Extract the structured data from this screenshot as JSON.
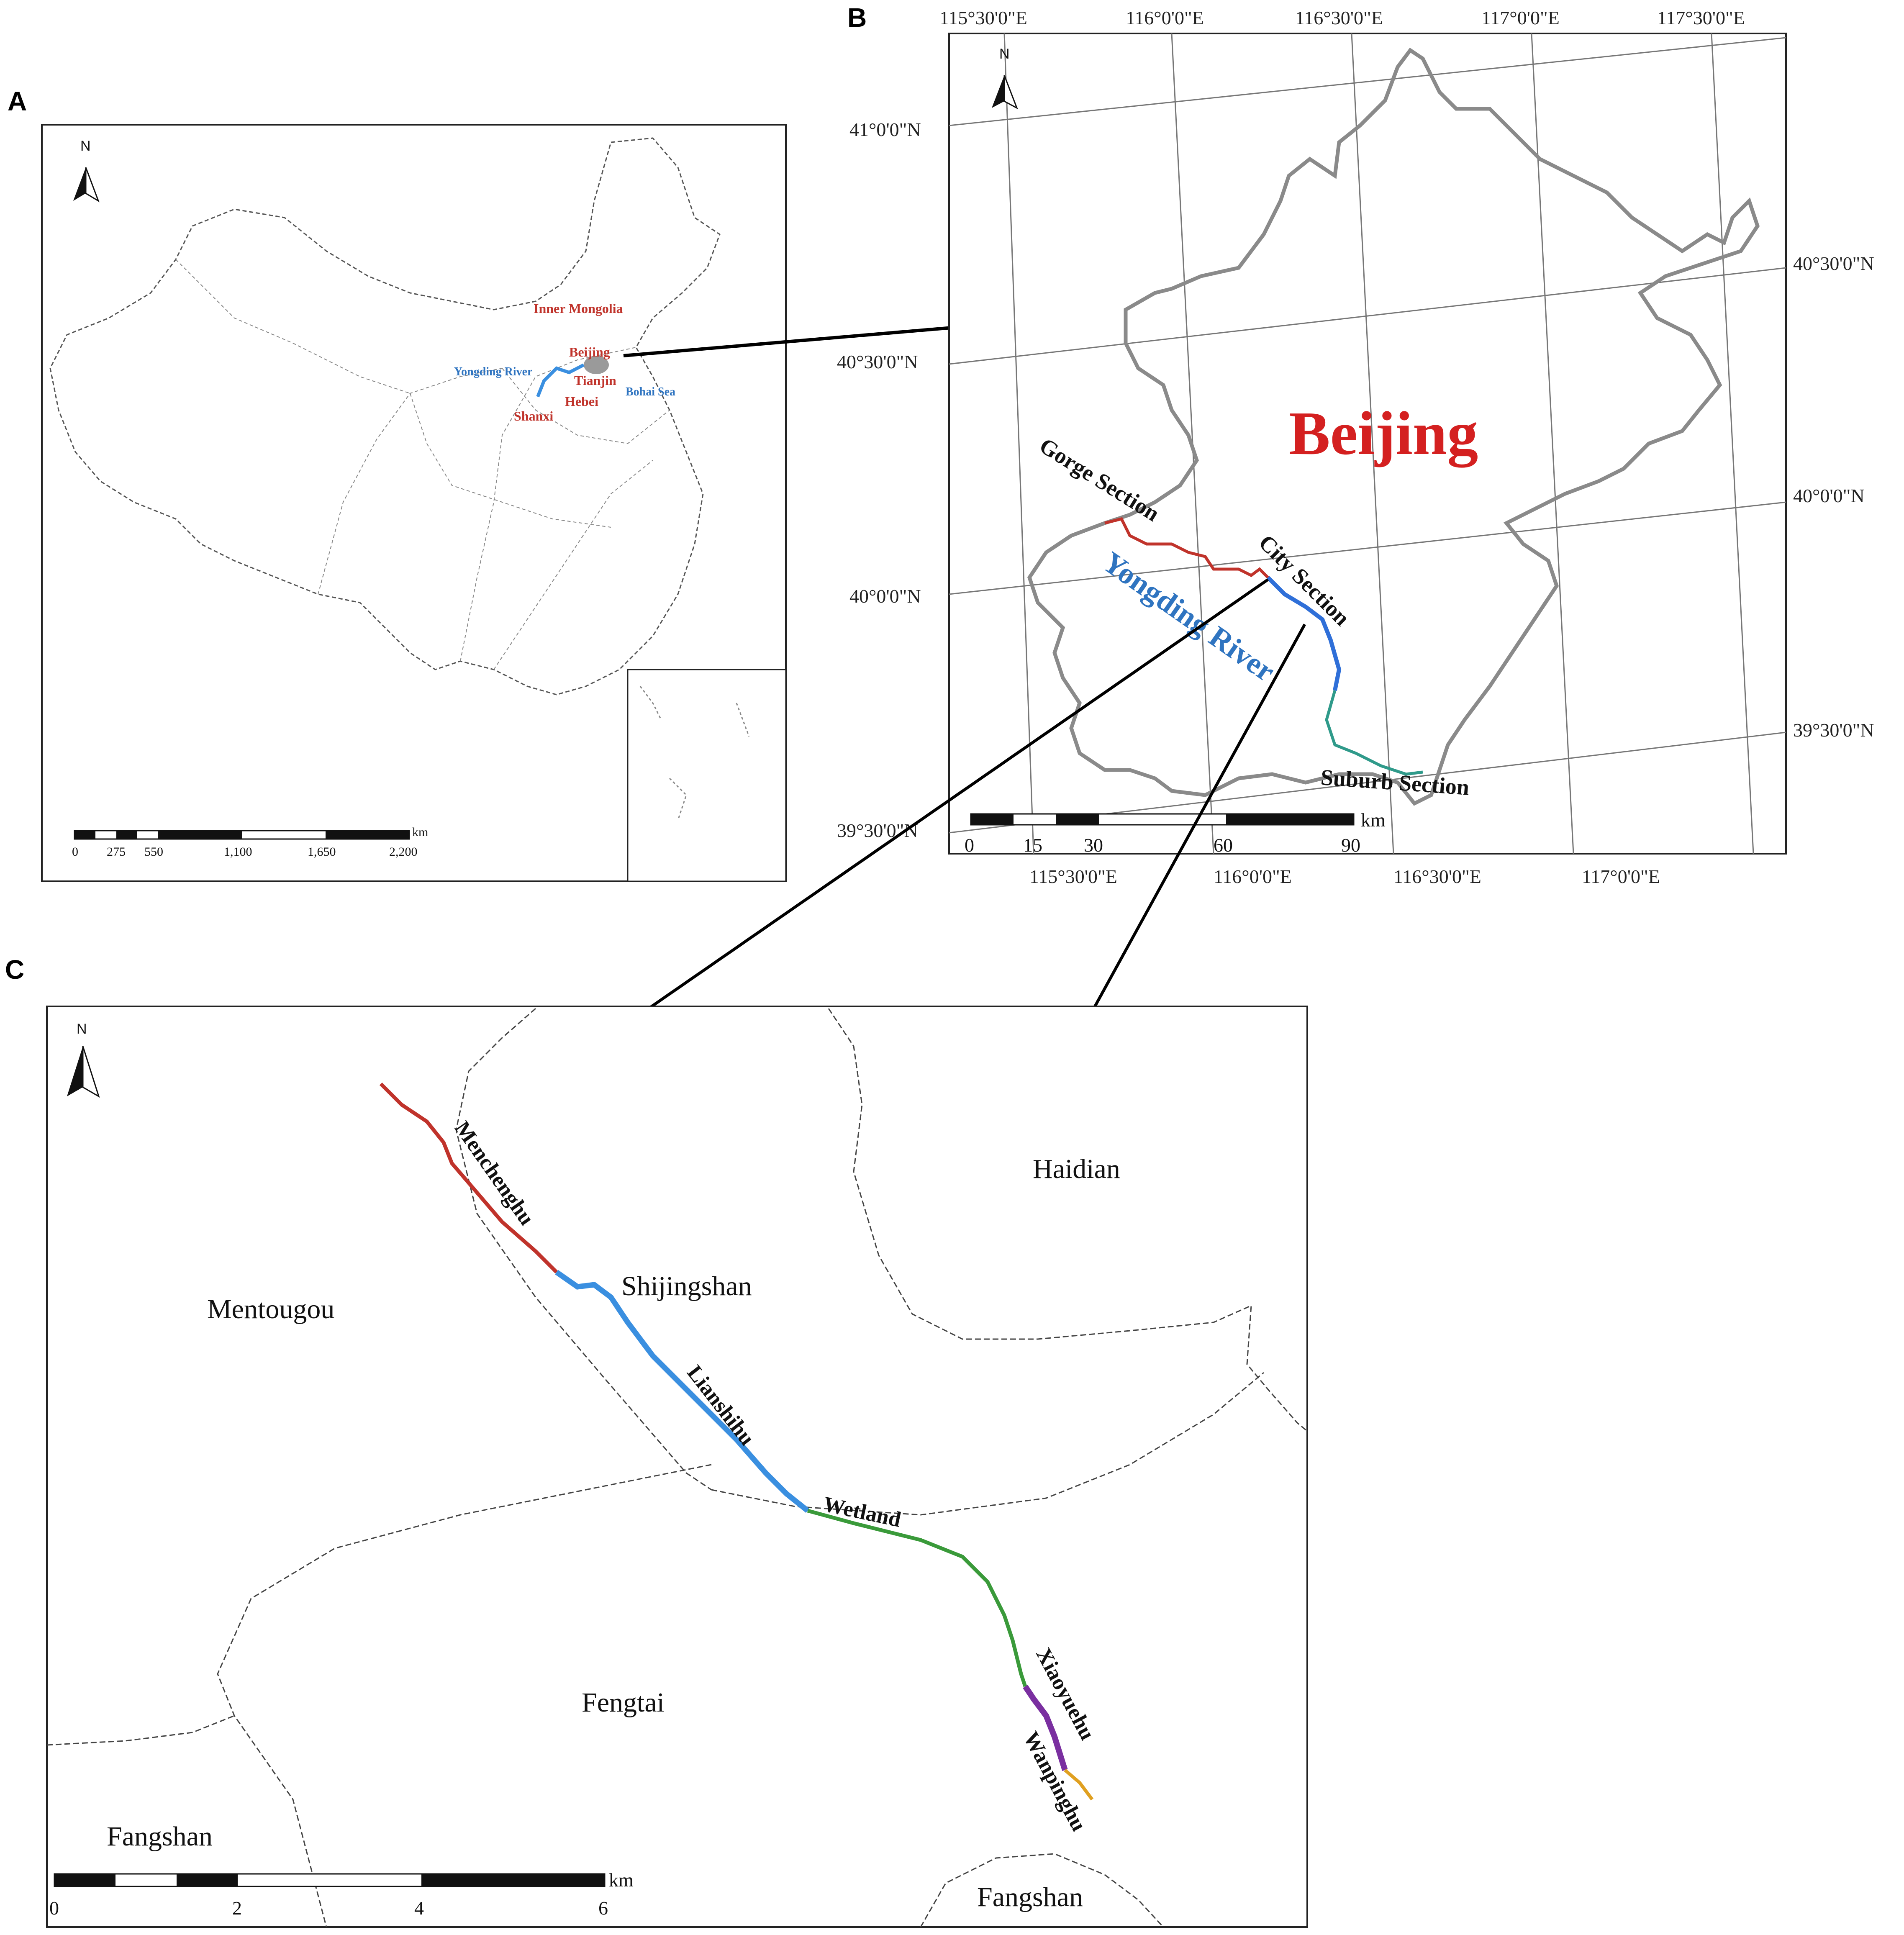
{
  "panels": {
    "a": {
      "letter": "A",
      "north": "N",
      "labels": {
        "inner_mongolia": "Inner Mongolia",
        "beijing": "Beijing",
        "tianjin": "Tianjin",
        "hebei": "Hebei",
        "shanxi": "Shanxi",
        "yongding_river": "Yongding River",
        "bohai_sea": "Bohai Sea"
      },
      "scalebar": {
        "ticks": [
          "0",
          "275",
          "550",
          "1,100",
          "1,650",
          "2,200"
        ],
        "unit": "km"
      }
    },
    "b": {
      "letter": "B",
      "north": "N",
      "title": "Beijing",
      "river": "Yongding River",
      "sections": {
        "gorge": "Gorge Section",
        "city": "City Section",
        "suburb": "Suburb Section"
      },
      "lon_top": [
        "115°30'0\"E",
        "116°0'0\"E",
        "116°30'0\"E",
        "117°0'0\"E",
        "117°30'0\"E"
      ],
      "lon_bottom": [
        "115°30'0\"E",
        "116°0'0\"E",
        "116°30'0\"E",
        "117°0'0\"E"
      ],
      "lat_left": [
        "41°0'0\"N",
        "40°30'0\"N",
        "40°0'0\"N",
        "39°30'0\"N"
      ],
      "lat_right": [
        "40°30'0\"N",
        "40°0'0\"N",
        "39°30'0\"N"
      ],
      "scalebar": {
        "ticks": [
          "0",
          "15",
          "30",
          "60",
          "90"
        ],
        "unit": "km"
      }
    },
    "c": {
      "letter": "C",
      "north": "N",
      "districts": {
        "haidian": "Haidian",
        "mentougou": "Mentougou",
        "shijingshan": "Shijingshan",
        "fengtai": "Fengtai",
        "fangshan_w": "Fangshan",
        "fangshan_s": "Fangshan"
      },
      "reaches": {
        "menchenghu": "Menchenghu",
        "lianshihu": "Lianshihu",
        "wetland": "Wetland",
        "xiaoyuehu": "Xiaoyuehu",
        "wanpinghu": "Wanpinghu"
      },
      "scalebar": {
        "ticks": [
          "0",
          "2",
          "4",
          "6"
        ],
        "unit": "km"
      }
    }
  },
  "colors": {
    "gorge": "#c0332b",
    "city": "#3a8fe0",
    "suburb": "#2f9a8a",
    "wetland": "#3a9a3a",
    "xiaoyuehu": "#7a2fa0",
    "wanpinghu": "#e0a020",
    "title": "#d42020",
    "river_label": "#2f74c0"
  }
}
